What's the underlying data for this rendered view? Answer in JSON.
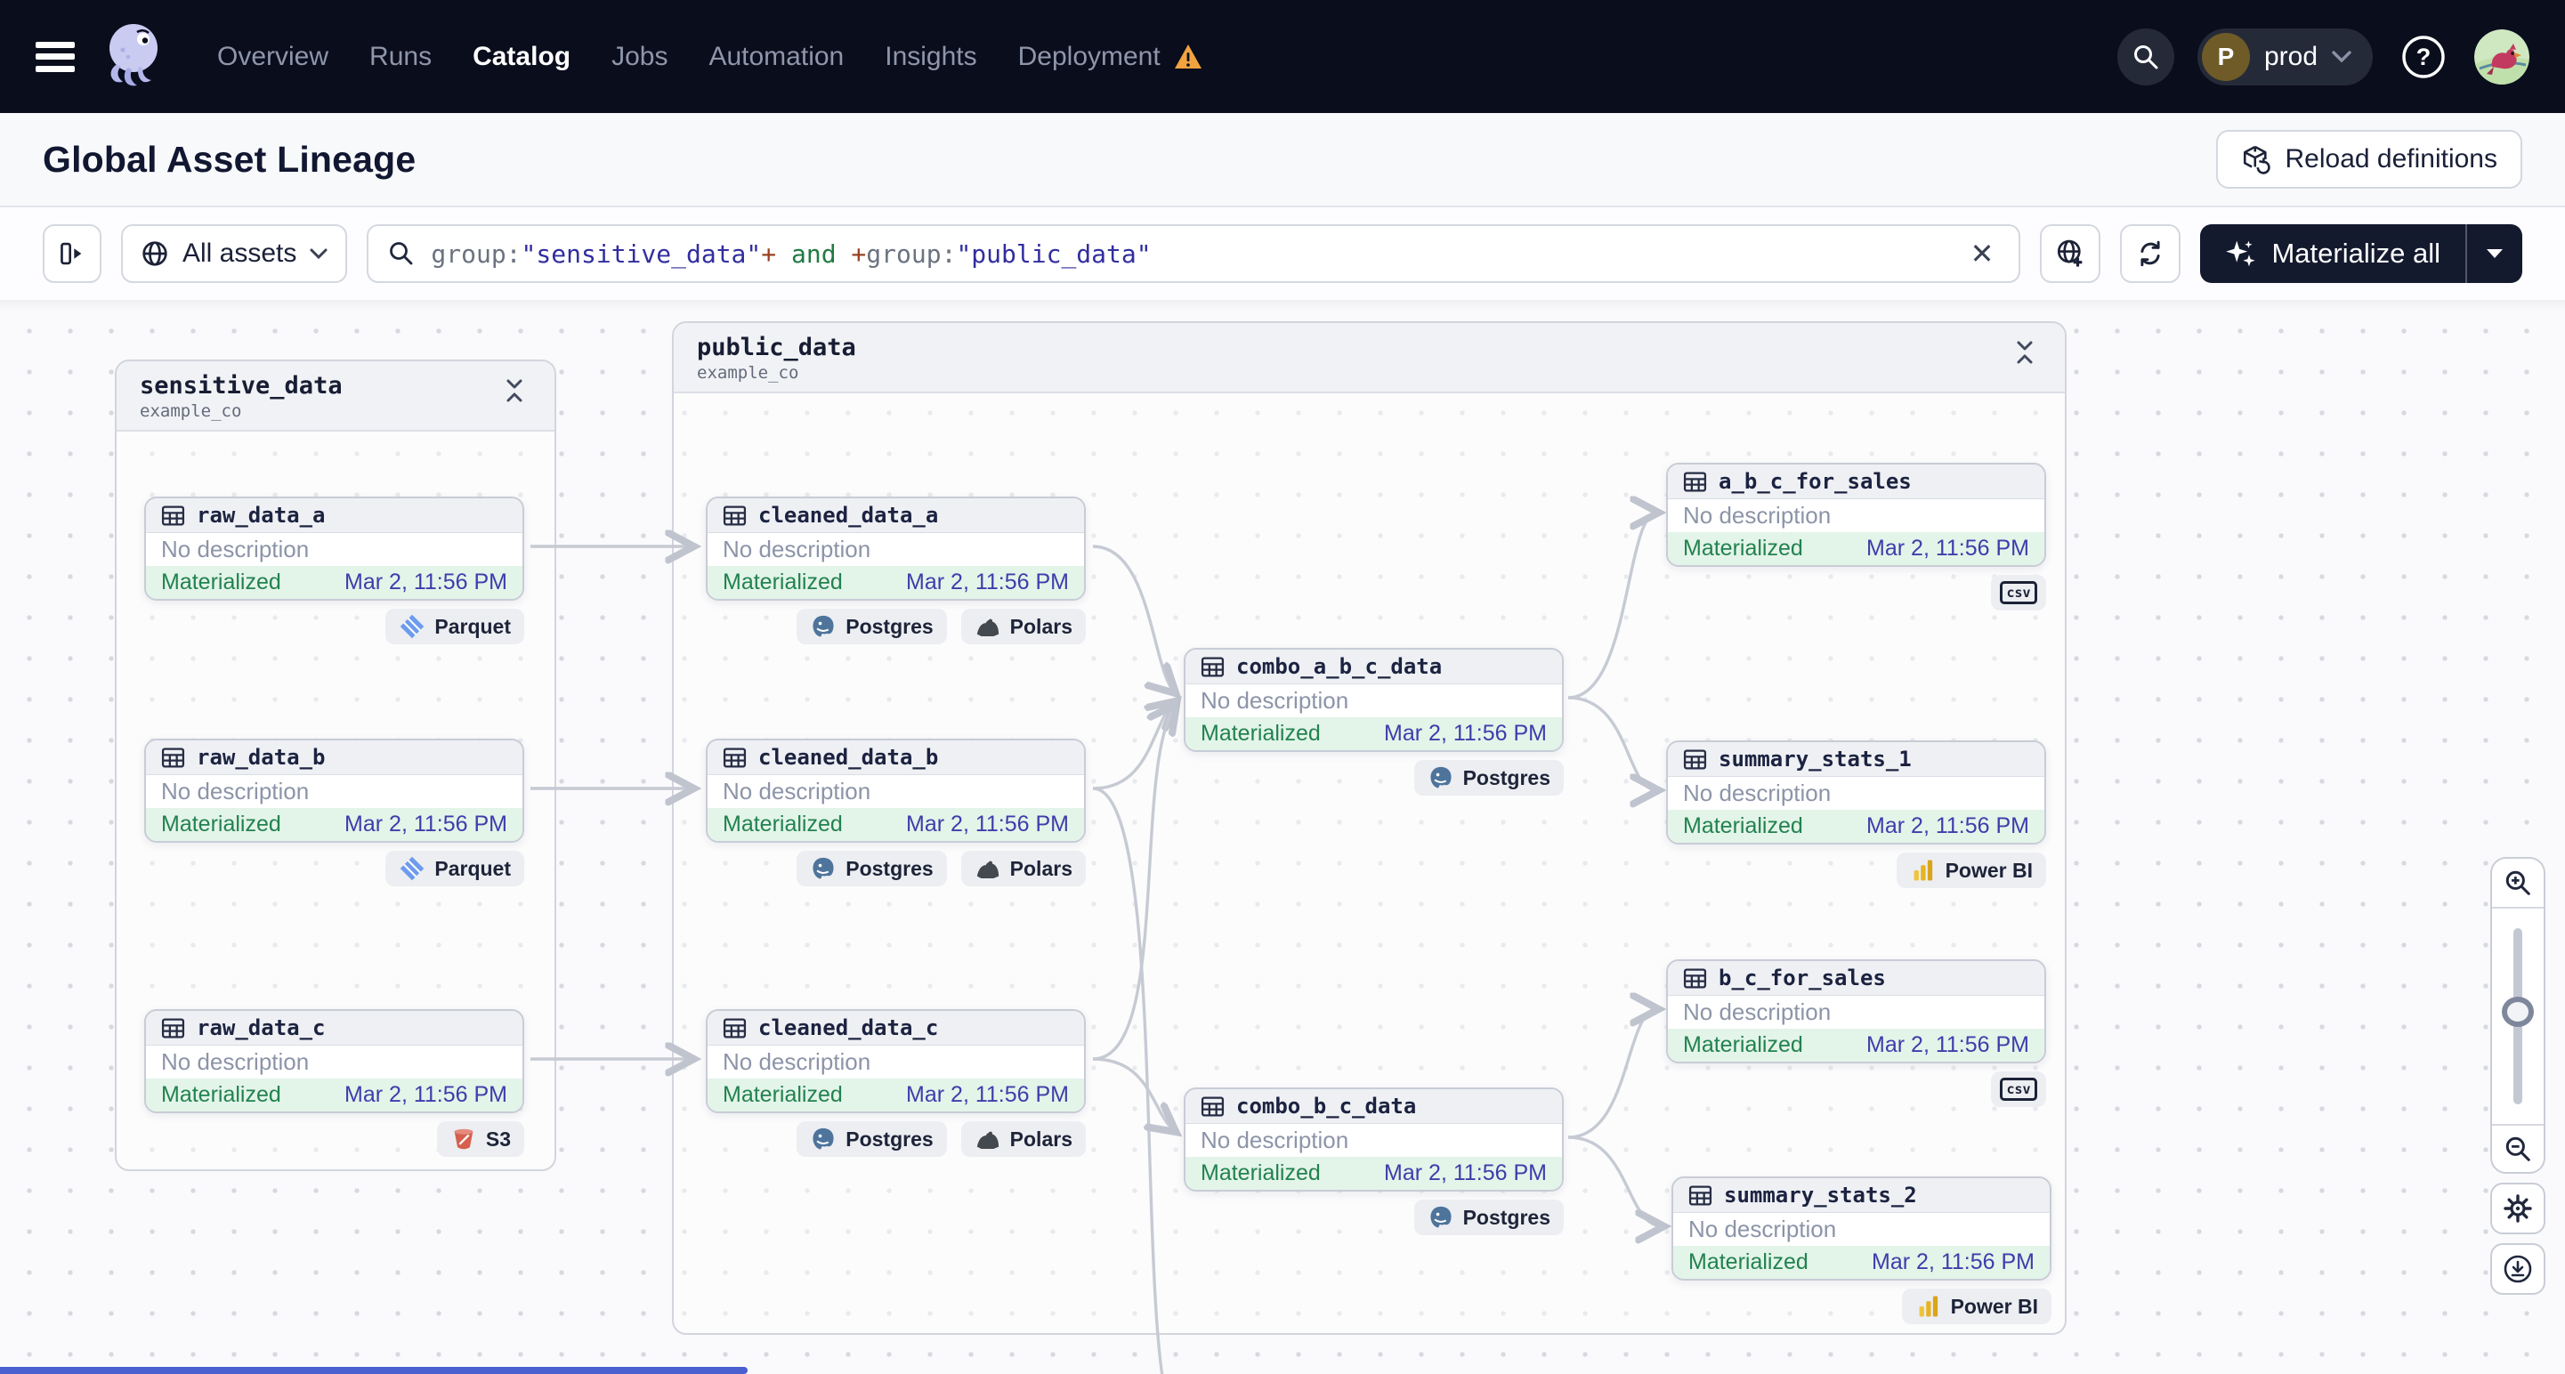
{
  "nav": {
    "items": [
      {
        "label": "Overview",
        "active": false,
        "warning": false
      },
      {
        "label": "Runs",
        "active": false,
        "warning": false
      },
      {
        "label": "Catalog",
        "active": true,
        "warning": false
      },
      {
        "label": "Jobs",
        "active": false,
        "warning": false
      },
      {
        "label": "Automation",
        "active": false,
        "warning": false
      },
      {
        "label": "Insights",
        "active": false,
        "warning": false
      },
      {
        "label": "Deployment",
        "active": false,
        "warning": true
      }
    ],
    "environment": {
      "initial": "P",
      "name": "prod"
    }
  },
  "header": {
    "title": "Global Asset Lineage",
    "reload_button": "Reload definitions"
  },
  "toolbar": {
    "scope_label": "All assets",
    "materialize_label": "Materialize all",
    "query_segments": [
      {
        "text": "group:",
        "kind": "key"
      },
      {
        "text": "\"sensitive_data\"",
        "kind": "string"
      },
      {
        "text": "+",
        "kind": "op"
      },
      {
        "text": " and ",
        "kind": "bool"
      },
      {
        "text": "+",
        "kind": "op"
      },
      {
        "text": "group:",
        "kind": "key"
      },
      {
        "text": "\"public_data\"",
        "kind": "string"
      }
    ]
  },
  "colors": {
    "query_key": "#6b7280",
    "query_string": "#312e9e",
    "query_op": "#9a4123",
    "query_bool": "#217a43",
    "status_green": "#22824f",
    "timestamp_indigo": "#403cab",
    "warning_orange": "#f0a33f",
    "accent_dark": "#141a2e"
  },
  "graph": {
    "groups": [
      {
        "name": "sensitive_data",
        "subtitle": "example_co"
      },
      {
        "name": "public_data",
        "subtitle": "example_co"
      }
    ],
    "nodes": [
      {
        "name": "raw_data_a",
        "description": "No description",
        "status": "Materialized",
        "timestamp": "Mar 2, 11:56 PM",
        "badges": [
          {
            "label": "Parquet",
            "icon": "parquet"
          }
        ]
      },
      {
        "name": "raw_data_b",
        "description": "No description",
        "status": "Materialized",
        "timestamp": "Mar 2, 11:56 PM",
        "badges": [
          {
            "label": "Parquet",
            "icon": "parquet"
          }
        ]
      },
      {
        "name": "raw_data_c",
        "description": "No description",
        "status": "Materialized",
        "timestamp": "Mar 2, 11:56 PM",
        "badges": [
          {
            "label": "S3",
            "icon": "s3"
          }
        ]
      },
      {
        "name": "cleaned_data_a",
        "description": "No description",
        "status": "Materialized",
        "timestamp": "Mar 2, 11:56 PM",
        "badges": [
          {
            "label": "Postgres",
            "icon": "postgres"
          },
          {
            "label": "Polars",
            "icon": "polars"
          }
        ]
      },
      {
        "name": "cleaned_data_b",
        "description": "No description",
        "status": "Materialized",
        "timestamp": "Mar 2, 11:56 PM",
        "badges": [
          {
            "label": "Postgres",
            "icon": "postgres"
          },
          {
            "label": "Polars",
            "icon": "polars"
          }
        ]
      },
      {
        "name": "cleaned_data_c",
        "description": "No description",
        "status": "Materialized",
        "timestamp": "Mar 2, 11:56 PM",
        "badges": [
          {
            "label": "Postgres",
            "icon": "postgres"
          },
          {
            "label": "Polars",
            "icon": "polars"
          }
        ]
      },
      {
        "name": "combo_a_b_c_data",
        "description": "No description",
        "status": "Materialized",
        "timestamp": "Mar 2, 11:56 PM",
        "badges": [
          {
            "label": "Postgres",
            "icon": "postgres"
          }
        ]
      },
      {
        "name": "a_b_c_for_sales",
        "description": "No description",
        "status": "Materialized",
        "timestamp": "Mar 2, 11:56 PM",
        "badges": [
          {
            "label": "csv",
            "icon": "csv"
          }
        ]
      },
      {
        "name": "summary_stats_1",
        "description": "No description",
        "status": "Materialized",
        "timestamp": "Mar 2, 11:56 PM",
        "badges": [
          {
            "label": "Power BI",
            "icon": "powerbi"
          }
        ]
      },
      {
        "name": "b_c_for_sales",
        "description": "No description",
        "status": "Materialized",
        "timestamp": "Mar 2, 11:56 PM",
        "badges": [
          {
            "label": "csv",
            "icon": "csv"
          }
        ]
      },
      {
        "name": "combo_b_c_data",
        "description": "No description",
        "status": "Materialized",
        "timestamp": "Mar 2, 11:56 PM",
        "badges": [
          {
            "label": "Postgres",
            "icon": "postgres"
          }
        ]
      },
      {
        "name": "summary_stats_2",
        "description": "No description",
        "status": "Materialized",
        "timestamp": "Mar 2, 11:56 PM",
        "badges": [
          {
            "label": "Power BI",
            "icon": "powerbi"
          }
        ]
      }
    ]
  }
}
